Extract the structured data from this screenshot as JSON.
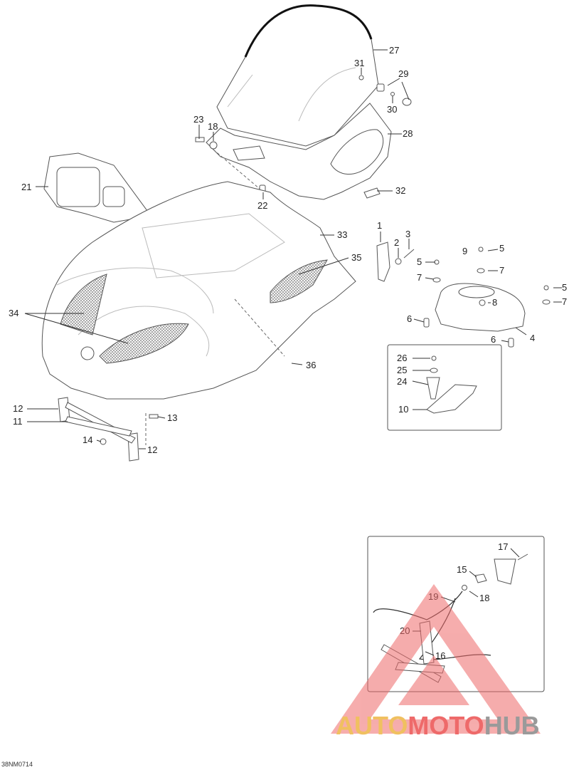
{
  "labels": {
    "n1": "1",
    "n2": "2",
    "n3": "3",
    "n4": "4",
    "n5a": "5",
    "n5b": "5",
    "n5c": "5",
    "n6a": "6",
    "n6b": "6",
    "n7a": "7",
    "n7b": "7",
    "n7c": "7",
    "n8": "8",
    "n9": "9",
    "n10": "10",
    "n11": "11",
    "n12a": "12",
    "n12b": "12",
    "n13": "13",
    "n14": "14",
    "n15": "15",
    "n16": "16",
    "n17": "17",
    "n18a": "18",
    "n18b": "18",
    "n19": "19",
    "n20": "20",
    "n21": "21",
    "n22": "22",
    "n23": "23",
    "n24": "24",
    "n25": "25",
    "n26": "26",
    "n27": "27",
    "n28": "28",
    "n29": "29",
    "n30": "30",
    "n31": "31",
    "n32": "32",
    "n33": "33",
    "n34": "34",
    "n35": "35",
    "n36": "36"
  },
  "footer_code": "38NM0714",
  "watermark": {
    "part1": "AUTO",
    "part2": "MOTO",
    "part3": "HUB"
  },
  "colors": {
    "outline": "#555555",
    "watermark_red": "#ee6a6a",
    "watermark_yellow": "#f0c060",
    "watermark_gray": "#9a9a9a"
  }
}
